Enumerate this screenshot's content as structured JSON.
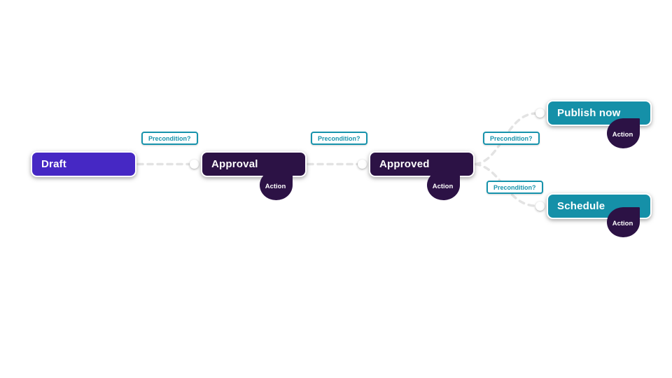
{
  "workflow": {
    "nodes": [
      {
        "id": "draft",
        "label": "Draft",
        "type": "start",
        "badge": null
      },
      {
        "id": "approval",
        "label": "Approval",
        "type": "state",
        "badge": "Action"
      },
      {
        "id": "approved",
        "label": "Approved",
        "type": "state",
        "badge": "Action"
      },
      {
        "id": "publish-now",
        "label": "Publish now",
        "type": "action",
        "badge": "Action"
      },
      {
        "id": "schedule",
        "label": "Schedule",
        "type": "action",
        "badge": "Action"
      }
    ],
    "transitions": [
      {
        "from": "Draft",
        "to": "Approval",
        "label": "Precondition?"
      },
      {
        "from": "Approval",
        "to": "Approved",
        "label": "Precondition?"
      },
      {
        "from": "Approved",
        "to": "Publish now",
        "label": "Precondition?"
      },
      {
        "from": "Approved",
        "to": "Schedule",
        "label": "Precondition?"
      }
    ],
    "colors": {
      "start_node": "#4628c4",
      "state_node": "#2c1245",
      "action_node": "#1590a8",
      "badge": "#2c1245",
      "precondition_accent": "#1793ac",
      "connector": "#e3e3e3",
      "background": "#ffffff"
    }
  }
}
